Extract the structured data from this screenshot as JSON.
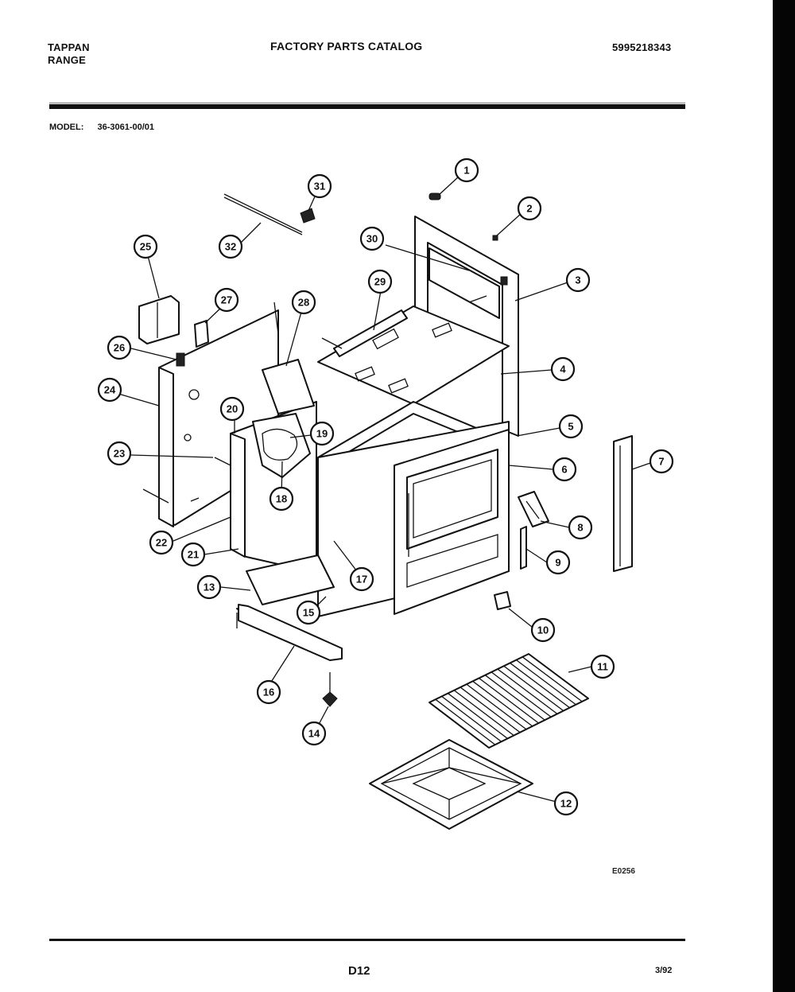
{
  "header": {
    "brand_line1": "TAPPAN",
    "brand_line2": "RANGE",
    "catalog_title": "FACTORY PARTS CATALOG",
    "catalog_number": "5995218343",
    "model_label": "MODEL:",
    "model_value": "36-3061-00/01"
  },
  "diagram": {
    "drawing_number": "E0256",
    "callouts": [
      "1",
      "2",
      "3",
      "4",
      "5",
      "6",
      "7",
      "8",
      "9",
      "10",
      "11",
      "12",
      "13",
      "14",
      "15",
      "16",
      "17",
      "18",
      "19",
      "20",
      "21",
      "22",
      "23",
      "24",
      "25",
      "26",
      "27",
      "28",
      "29",
      "30",
      "31",
      "32"
    ]
  },
  "footer": {
    "page_id": "D12",
    "page_number": "3/92"
  }
}
